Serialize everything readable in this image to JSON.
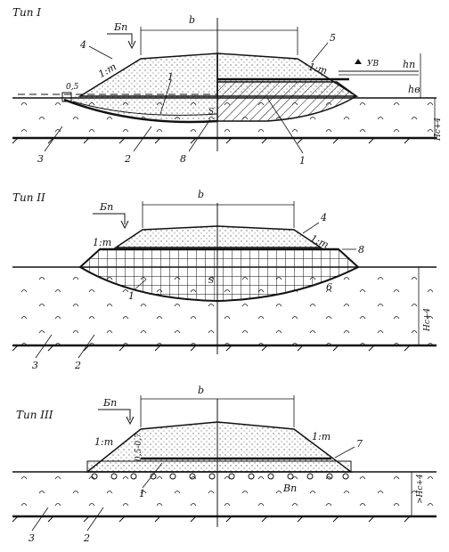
{
  "diagram": {
    "type_1": {
      "title": "Тип I",
      "labels": {
        "b": "b",
        "bn": "Бп",
        "slope": "1:m",
        "slope_right": "1:m",
        "d05": "0,5",
        "s": "S",
        "yv": "УВ",
        "hn": "hп",
        "hv": "hв",
        "hc": "Hс+4",
        "n1": "1",
        "n1b": "1",
        "n2": "2",
        "n3": "3",
        "n4": "4",
        "n5": "5",
        "n8": "8"
      }
    },
    "type_2": {
      "title": "Тип II",
      "labels": {
        "b": "b",
        "bn": "Бп",
        "slope": "1:m",
        "slope_right": "1:m",
        "s": "S",
        "hc": "Hс+4",
        "n1": "1",
        "n2": "2",
        "n3": "3",
        "n4": "4",
        "n6": "6",
        "n8": "8"
      }
    },
    "type_3": {
      "title": "Тип III",
      "labels": {
        "b": "b",
        "bn": "Бп",
        "slope": "1:m",
        "slope_right": "1:m",
        "d": "0,5-0,7",
        "vn": "Вп",
        "hc": ">Hс+4",
        "n1": "1",
        "n2": "2",
        "n3": "3",
        "n7": "7"
      }
    }
  }
}
